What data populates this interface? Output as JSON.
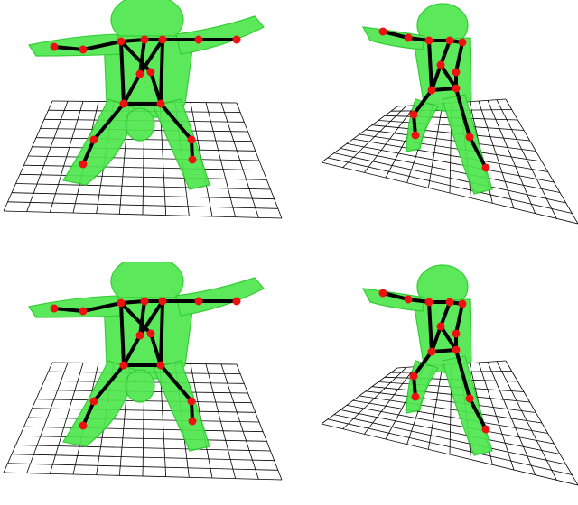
{
  "figure": {
    "panels": [
      {
        "id": "front-view-top",
        "view": "front"
      },
      {
        "id": "side-view-top",
        "view": "angled"
      },
      {
        "id": "front-view-bottom",
        "view": "front"
      },
      {
        "id": "side-view-bottom",
        "view": "angled"
      }
    ],
    "colors": {
      "mesh": "#4ee84e",
      "mesh_dark": "#26c826",
      "bone": "#000000",
      "joint": "#ee1111",
      "grid": "#000000",
      "background": "#ffffff"
    }
  }
}
